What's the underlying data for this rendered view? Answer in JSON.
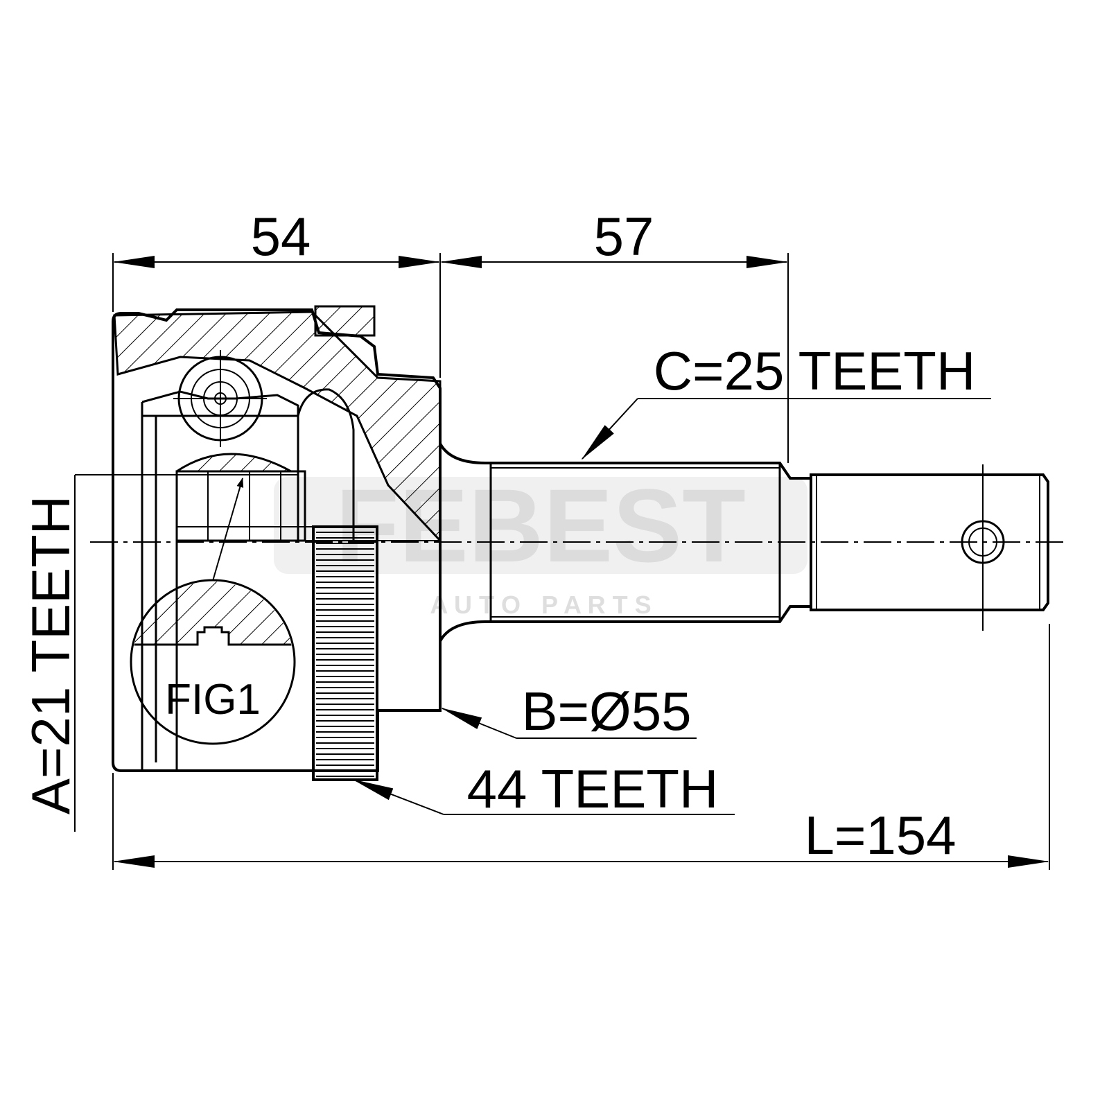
{
  "dimensions": {
    "width_housing": "54",
    "width_shaft": "57",
    "total_length": "L=154",
    "inner_spline": "A=21 TEETH",
    "outer_diameter": "B=Ø55",
    "outer_spline": "C=25 TEETH",
    "abs_ring": "44 TEETH"
  },
  "figure_label": "FIG1",
  "watermark": {
    "brand": "FEBEST",
    "tagline": "A U T O   P A R T S"
  }
}
